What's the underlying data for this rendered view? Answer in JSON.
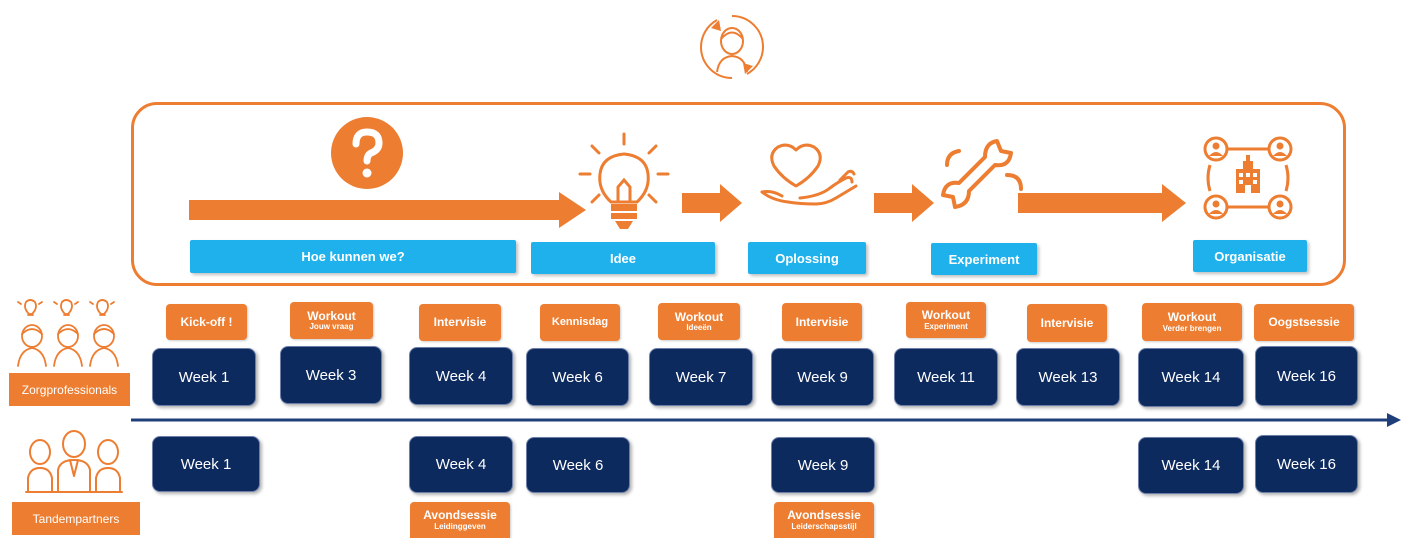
{
  "stages": [
    {
      "label": "Hoe kunnen we?"
    },
    {
      "label": "Idee"
    },
    {
      "label": "Oplossing"
    },
    {
      "label": "Experiment"
    },
    {
      "label": "Organisatie"
    }
  ],
  "roles": {
    "professionals": "Zorgprofessionals",
    "partners": "Tandempartners"
  },
  "activities_top": [
    {
      "title": "Kick-off !",
      "subtitle": ""
    },
    {
      "title": "Workout",
      "subtitle": "Jouw vraag"
    },
    {
      "title": "Intervisie",
      "subtitle": ""
    },
    {
      "title": "Kennisdag",
      "subtitle": ""
    },
    {
      "title": "Workout",
      "subtitle": "Ideeën"
    },
    {
      "title": "Intervisie",
      "subtitle": ""
    },
    {
      "title": "Workout",
      "subtitle": "Experiment"
    },
    {
      "title": "Intervisie",
      "subtitle": ""
    },
    {
      "title": "Workout",
      "subtitle": "Verder brengen"
    },
    {
      "title": "Oogstsessie",
      "subtitle": ""
    }
  ],
  "weeks_top": [
    "Week 1",
    "Week 3",
    "Week 4",
    "Week 6",
    "Week 7",
    "Week 9",
    "Week 11",
    "Week 13",
    "Week 14",
    "Week 16"
  ],
  "weeks_bottom": [
    "Week 1",
    "Week 4",
    "Week 6",
    "Week 9",
    "Week 14",
    "Week 16"
  ],
  "activities_bottom": [
    {
      "title": "Avondsessie",
      "subtitle": "Leidinggeven"
    },
    {
      "title": "Avondsessie",
      "subtitle": "Leiderschapsstijl"
    }
  ],
  "colors": {
    "orange": "#ED7D31",
    "blue": "#1FB1EC",
    "navy": "#0D2A5E",
    "timeline": "#1F3F7A"
  },
  "icons": [
    "person-cycle-icon",
    "question-icon",
    "lightbulb-icon",
    "heart-hand-icon",
    "wrench-icon",
    "organisation-network-icon",
    "professionals-group-icon",
    "partners-group-icon"
  ]
}
